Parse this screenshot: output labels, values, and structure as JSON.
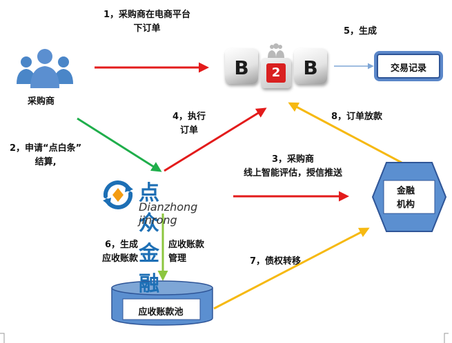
{
  "nodes": {
    "purchaser": "采购商",
    "b2b_left": "B",
    "b2b_middle": "2",
    "b2b_right": "B",
    "trade_record": "交易记录",
    "logo_cn": "点众金融",
    "logo_pinyin": "Dianzhong jinrong",
    "finance_line1": "金融",
    "finance_line2": "机构",
    "receivables_pool": "应收账款池"
  },
  "steps": {
    "s1": [
      "1，采购商在电商平台",
      "下订单"
    ],
    "s2": [
      "2，申请“点白条”",
      "结算,"
    ],
    "s3": [
      "3，采购商",
      "线上智能评估，授信推送"
    ],
    "s4": [
      "4，执行",
      "订单"
    ],
    "s5": [
      "5，生成"
    ],
    "s6": [
      "6，生成",
      "应收账款"
    ],
    "s6b": [
      "应收账款",
      "管理"
    ],
    "s7": [
      "7，债权转移"
    ],
    "s8": [
      "8，订单放款"
    ]
  },
  "colors": {
    "red": "#e31b1b",
    "green": "#1fae4b",
    "light_green": "#8cc63f",
    "yellow": "#f6b912",
    "blue_arrow": "#7ea6d6",
    "node_blue": "#5b8fd0",
    "node_dark_blue": "#2f5597",
    "logo_blue": "#1d6fb5",
    "logo_orange": "#f39c12"
  },
  "icons": [
    "people-icon",
    "refresh-circle-icon",
    "diamond-icon"
  ]
}
